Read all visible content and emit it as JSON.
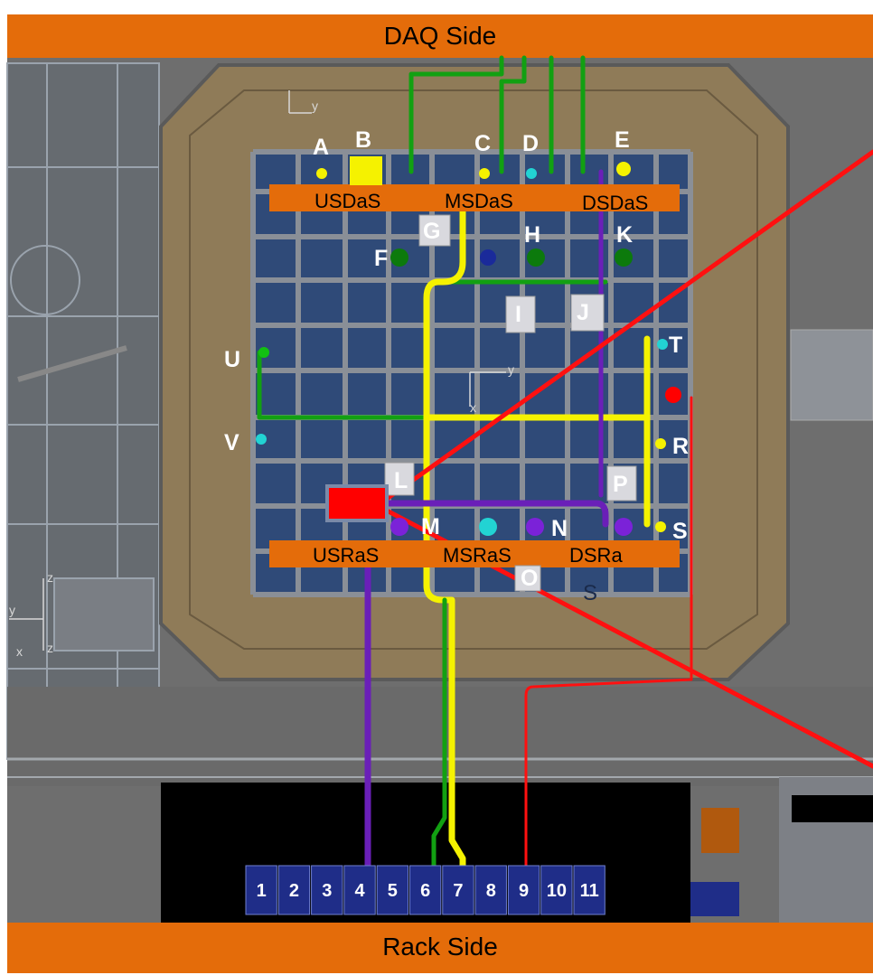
{
  "header": {
    "title": "DAQ Side"
  },
  "footer": {
    "title": "Rack Side"
  },
  "patch_panel": {
    "ports": [
      "1",
      "2",
      "3",
      "4",
      "5",
      "6",
      "7",
      "8",
      "9",
      "10",
      "11"
    ]
  },
  "labels": {
    "A": "A",
    "B": "B",
    "C": "C",
    "D": "D",
    "E": "E",
    "F": "F",
    "G": "G",
    "H": "H",
    "I": "I",
    "J": "J",
    "K": "K",
    "L": "L",
    "M": "M",
    "N": "N",
    "O": "O",
    "P": "P",
    "R": "R",
    "S": "S",
    "T": "T",
    "U": "U",
    "V": "V"
  },
  "digitizer_boxes": {
    "us": "USDaS",
    "ms": "MSDaS",
    "ds": "DSDaS"
  },
  "readout_boxes": {
    "us": "USRaS",
    "ms": "MSRaS",
    "ds": "DSRa"
  },
  "floor_marker": "S",
  "axis_labels": {
    "x": "x",
    "y": "y",
    "z": "z"
  },
  "colors": {
    "banner": "#e46c0a",
    "floor": "#8f7b58",
    "grid_fill": "#2f4a78",
    "grid_beam": "#8a8f97",
    "green": "#12a012",
    "yellow": "#f5f200",
    "purple": "#6a1fb8",
    "red": "#ff1010",
    "port": "#1f2d88",
    "rack": "#000000",
    "cyan": "#22d3d3"
  }
}
